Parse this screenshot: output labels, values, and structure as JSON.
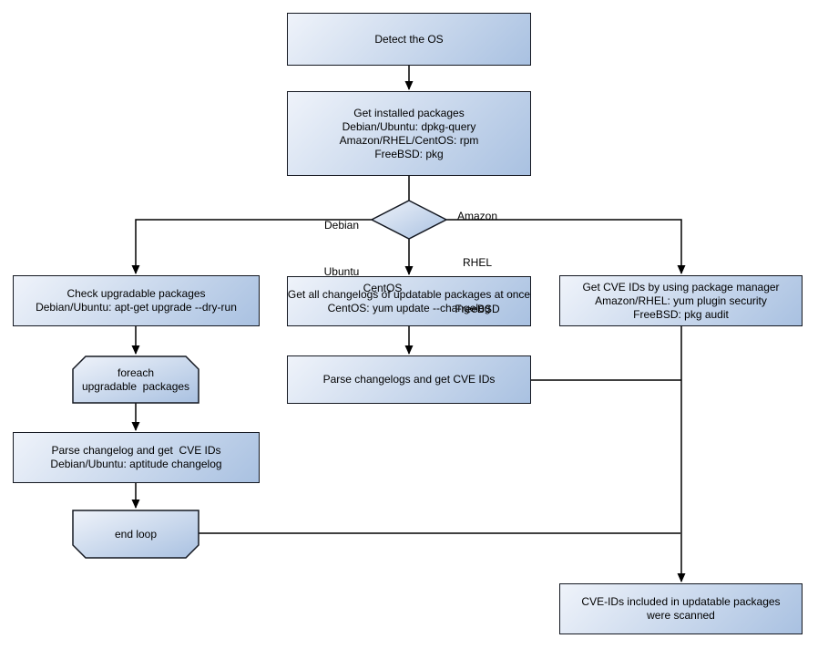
{
  "colors": {
    "background": "#ffffff",
    "node_fill_light": "#eff3fa",
    "node_fill_dark": "#a9c1e1",
    "node_border": "#141821",
    "connector": "#000000",
    "text": "#000000"
  },
  "nodes": {
    "detect_os": {
      "lines": [
        "Detect the OS"
      ]
    },
    "get_installed_packages": {
      "lines": [
        "Get installed packages",
        "Debian/Ubuntu: dpkg-query",
        "Amazon/RHEL/CentOS: rpm",
        "FreeBSD: pkg"
      ]
    },
    "check_upgradable_packages": {
      "lines": [
        "Check upgradable packages",
        "Debian/Ubuntu: apt-get upgrade --dry-run"
      ]
    },
    "get_all_changelogs": {
      "lines": [
        "Get all changelogs of updatable packages at once",
        "CentOS: yum update --changelog"
      ]
    },
    "get_cve_ids_package_manager": {
      "lines": [
        "Get CVE IDs by using package manager",
        "Amazon/RHEL: yum plugin security",
        "FreeBSD: pkg audit"
      ]
    },
    "foreach_loop_start": {
      "lines": [
        "foreach",
        "upgradable  packages"
      ]
    },
    "parse_changelogs": {
      "lines": [
        "Parse changelogs and get CVE IDs"
      ]
    },
    "parse_changelog_each": {
      "lines": [
        "Parse changelog and get  CVE IDs",
        "Debian/Ubuntu: aptitude changelog"
      ]
    },
    "end_loop": {
      "lines": [
        "end loop"
      ]
    },
    "cve_scanned": {
      "lines": [
        "CVE-IDs included in updatable packages",
        "were scanned"
      ]
    }
  },
  "edge_labels": {
    "debian_ubuntu": {
      "lines": [
        "Debian",
        "Ubuntu"
      ]
    },
    "amazon_rhel_freebsd": {
      "lines": [
        "Amazon",
        "RHEL",
        "FreeBSD"
      ]
    },
    "centos": {
      "label": "CentOS"
    }
  }
}
